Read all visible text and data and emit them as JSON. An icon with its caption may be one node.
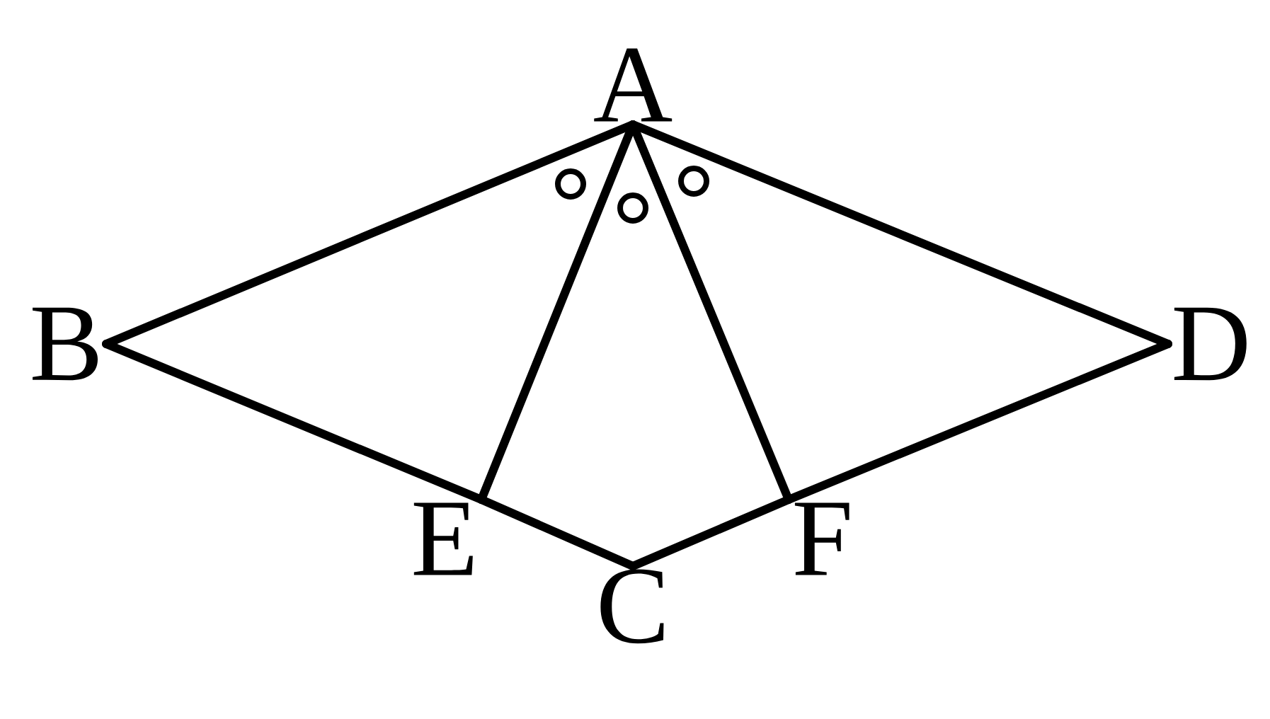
{
  "diagram": {
    "nodes": [
      {
        "text": [
          "A"
        ]
      },
      {
        "text": [
          "B"
        ]
      },
      {
        "text": [
          "C"
        ]
      },
      {
        "text": [
          "D"
        ]
      },
      {
        "text": [
          "E"
        ]
      },
      {
        "text": [
          "F"
        ]
      }
    ],
    "edges": [
      {
        "from": 0,
        "to": 1,
        "arrow": "none"
      },
      {
        "from": 0,
        "to": 3,
        "arrow": "none"
      },
      {
        "from": 1,
        "to": 4,
        "arrow": "none"
      },
      {
        "from": 4,
        "to": 2,
        "arrow": "none"
      },
      {
        "from": 2,
        "to": 5,
        "arrow": "none"
      },
      {
        "from": 5,
        "to": 3,
        "arrow": "none"
      },
      {
        "from": 0,
        "to": 4,
        "arrow": "none"
      },
      {
        "from": 0,
        "to": 5,
        "arrow": "none"
      }
    ]
  }
}
